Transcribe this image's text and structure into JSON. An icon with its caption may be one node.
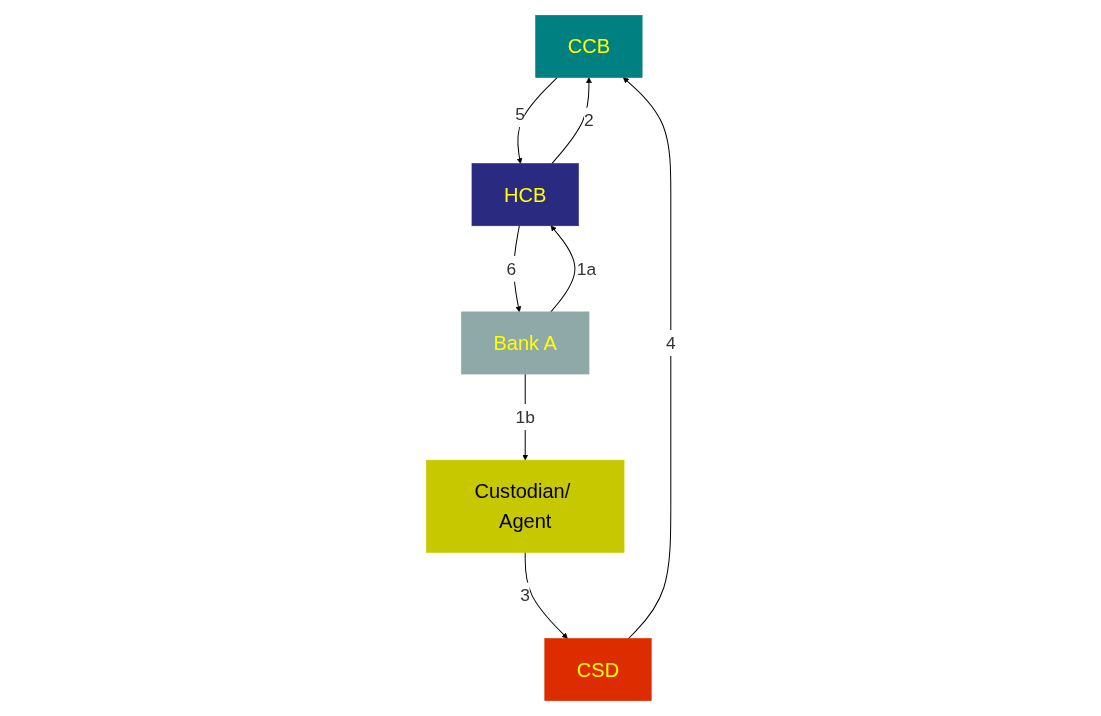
{
  "diagram": {
    "nodes": [
      {
        "text": [
          "CCB"
        ]
      },
      {
        "text": [
          "HCB"
        ]
      },
      {
        "text": [
          "CSD"
        ]
      },
      {
        "text": [
          "Custodian/ Agent"
        ]
      },
      {
        "text": [
          "Bank A"
        ]
      }
    ],
    "edges": [
      {
        "from": 1,
        "to": 0,
        "label": "2",
        "arrow": "to"
      },
      {
        "from": 0,
        "to": 1,
        "label": "5",
        "arrow": "to"
      },
      {
        "from": 2,
        "to": 0,
        "label": "4",
        "arrow": "to"
      },
      {
        "from": 3,
        "to": 2,
        "label": "3",
        "arrow": "to"
      },
      {
        "from": 1,
        "to": 4,
        "label": "6",
        "arrow": "to"
      },
      {
        "from": 4,
        "to": 1,
        "label": "1a",
        "arrow": "to"
      },
      {
        "from": 4,
        "to": 3,
        "label": "1b",
        "arrow": "to"
      }
    ]
  }
}
